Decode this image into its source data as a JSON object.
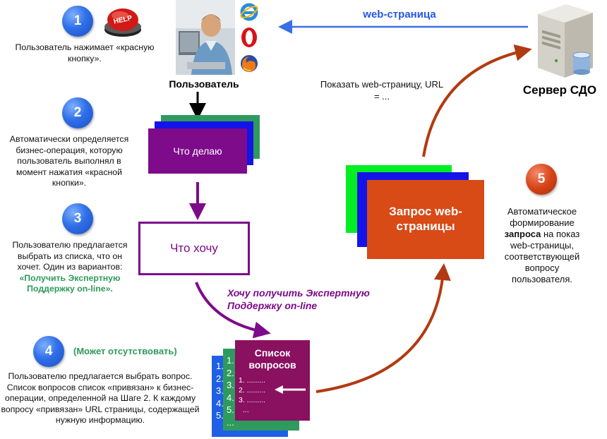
{
  "step1": {
    "number": "1",
    "text": "Пользователь нажимает «красную кнопку».",
    "help_label": "HELP"
  },
  "user_label": "Пользователь",
  "step2": {
    "number": "2",
    "text": "Автоматически определяется бизнес-операция, которую пользователь выполнял в момент нажатия «красной кнопки»."
  },
  "box_what_i_do": "Что делаю",
  "step3": {
    "number": "3",
    "text": "Пользователю предлагается выбрать из списка, что он хочет. Один из вариантов:",
    "highlight": "«Получить Экспертную Поддержку on-line»."
  },
  "box_what_i_want": "Что хочу",
  "want_expert_label": "Хочу  получить Экспертную Поддержку on-line",
  "step4": {
    "number": "4",
    "optional": "(Может отсутствовать)",
    "text": "Пользователю предлагается выбрать вопрос. Список вопросов список «привязан» к бизнес-операции, определенной на Шаге 2. К каждому вопросу «привязан» URL страницы, содержащей нужную информацию."
  },
  "question_list": {
    "title": "Список вопросов",
    "items": [
      "1. .........",
      "2. .........",
      "3. .........",
      "..."
    ]
  },
  "back_list_blue": [
    "1.",
    "2.",
    "3.",
    "4.",
    "5."
  ],
  "back_list_green": [
    "1.",
    "2.",
    "3.",
    "4.",
    "5.",
    "..."
  ],
  "request_box": "Запрос web-страницы",
  "step5": {
    "number": "5",
    "text_before": "Автоматическое формирование",
    "text_bold": "запроса",
    "text_after": "на показ web-страницы, соответствующей вопросу пользователя."
  },
  "show_page_label": "Показать web-страницу, URL = ...",
  "web_page_label": "web-страница",
  "server_label": "Сервер СДО",
  "colors": {
    "blue": "#2458ff",
    "purple": "#7d0b8a",
    "green": "#2f9a5e",
    "red": "#d84a16",
    "accent_green": "#2e9a5a",
    "dark_red": "#b23a10"
  },
  "icons": [
    "help-button-icon",
    "user-photo-icon",
    "internet-explorer-icon",
    "opera-icon",
    "firefox-icon",
    "server-icon"
  ]
}
